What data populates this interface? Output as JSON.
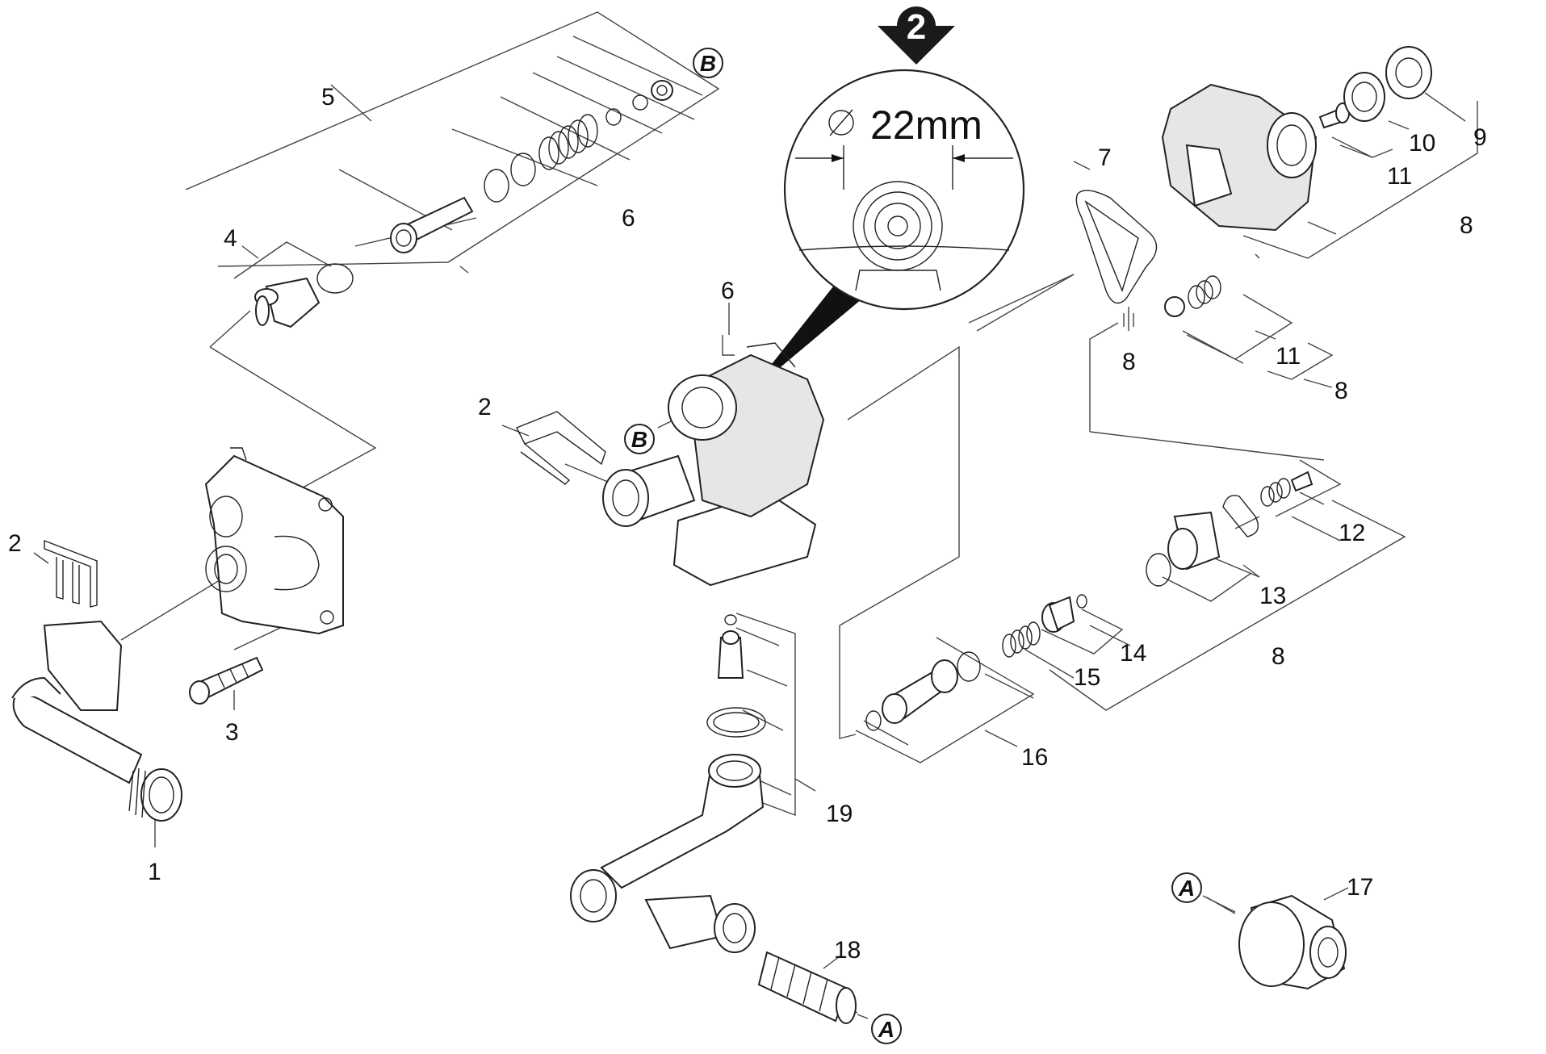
{
  "step_badge": "2",
  "detail": {
    "diameter_symbol": "⌀",
    "diameter_label": "22mm"
  },
  "callouts": {
    "c1": "1",
    "c2a": "2",
    "c2b": "2",
    "c3": "3",
    "c4": "4",
    "c5": "5",
    "c6a": "6",
    "c6b": "6",
    "c7": "7",
    "c8a": "8",
    "c8b": "8",
    "c8c": "8",
    "c8d": "8",
    "c9": "9",
    "c10": "10",
    "c11a": "11",
    "c11b": "11",
    "c12": "12",
    "c13": "13",
    "c14": "14",
    "c15": "15",
    "c16": "16",
    "c17": "17",
    "c18": "18",
    "c19": "19"
  },
  "refs": {
    "b1": "B",
    "b2": "B",
    "a1": "A",
    "a2": "A"
  },
  "icons": [
    "step-arrow-icon",
    "diameter-icon"
  ]
}
